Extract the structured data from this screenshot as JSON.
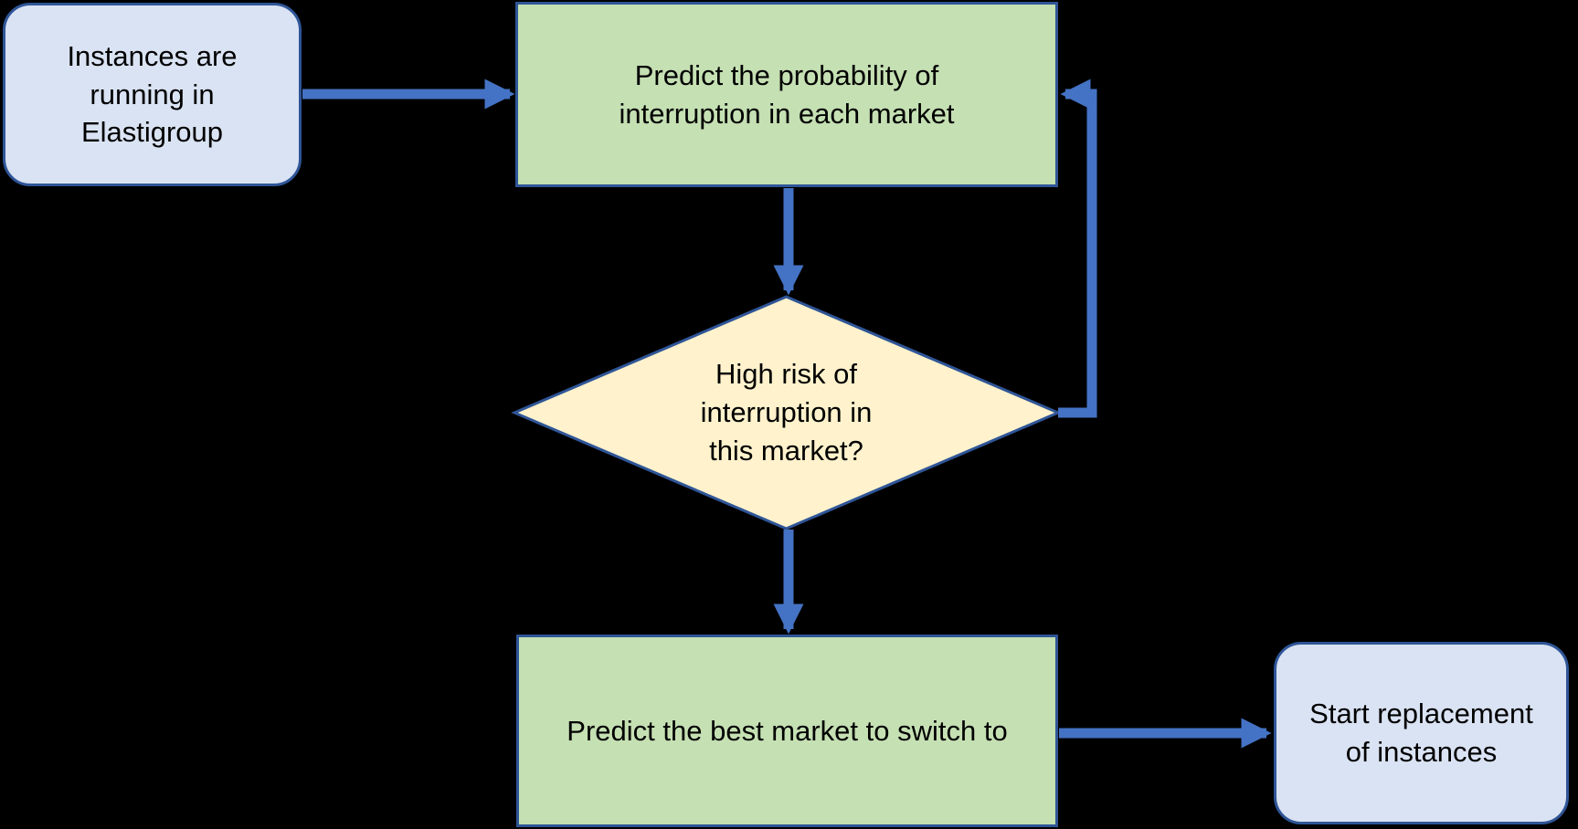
{
  "nodes": {
    "start": {
      "label": "Instances are\nrunning in\nElastigroup"
    },
    "predict_probability": {
      "label": "Predict the probability of\ninterruption in each market"
    },
    "decision": {
      "label": "High risk of\ninterruption in\nthis market?"
    },
    "predict_best_market": {
      "label": "Predict the best market to switch to"
    },
    "start_replacement": {
      "label": "Start replacement\nof instances"
    }
  },
  "edges": [
    {
      "from": "start",
      "to": "predict_probability",
      "label": ""
    },
    {
      "from": "predict_probability",
      "to": "decision",
      "label": ""
    },
    {
      "from": "decision",
      "to": "predict_probability",
      "label": ""
    },
    {
      "from": "decision",
      "to": "predict_best_market",
      "label": ""
    },
    {
      "from": "predict_best_market",
      "to": "start_replacement",
      "label": ""
    }
  ],
  "colors": {
    "terminator-fill": "#dae3f3",
    "process-fill": "#c5e0b3",
    "decision-fill": "#fff2cc",
    "shape-border": "#2f5597",
    "arrow-color": "#4472c4",
    "text-color": "#000000",
    "background": "#000000"
  }
}
